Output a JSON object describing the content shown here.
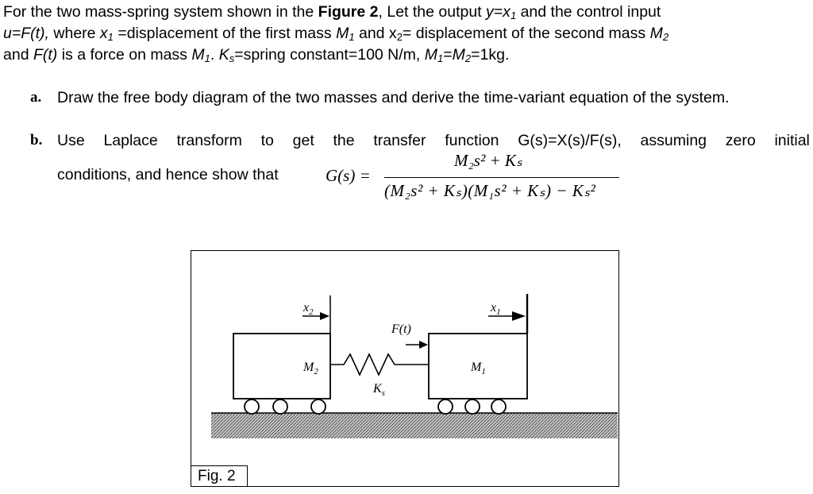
{
  "intro": {
    "l1a": "For the two mass-spring system shown in the ",
    "fig_ref": "Figure 2",
    "l1b": ",   Let the output ",
    "y_eq": "y=x",
    "y_sub": "1",
    "l1c": " and the control input",
    "u_eq": "u=F(t),",
    "l2a": " where ",
    "x1": "x",
    "x1_sub": "1",
    "l2b": " =displacement of the first mass ",
    "m1": "M",
    "m1_sub": "1",
    "l2c": " and x",
    "x2_sub": "2",
    "l2d": "= displacement of the second mass ",
    "m2": "M",
    "m2_sub": "2",
    "l3a": "and ",
    "ft": "F(t)",
    "l3b": " is a force on mass ",
    "m1b": "M",
    "m1b_sub": "1",
    "l3c": ". ",
    "ks": "K",
    "ks_sub": "s",
    "l3d": "=spring constant=100 N/m, ",
    "m1c": "M",
    "m1c_sub": "1",
    "l3e": "=",
    "m2c": "M",
    "m2c_sub": "2",
    "l3f": "=1kg."
  },
  "items": {
    "a_marker": "a.",
    "a_text": "Draw the free body diagram of the two masses and derive the time-variant equation of the system.",
    "b_marker": "b.",
    "b_words": [
      "Use",
      "Laplace",
      "transform",
      "to",
      "get",
      "the",
      "transfer",
      "function",
      "G(s)=X(s)/F(s),",
      "assuming",
      "zero",
      "initial"
    ],
    "b_cond": "conditions, and hence show that"
  },
  "equation": {
    "lhs": "G(s) =",
    "numerator": "M₂s² + Kₛ",
    "denominator": "(M₂s² + Kₛ)(M₁s² + Kₛ) − Kₛ²"
  },
  "figure": {
    "caption": "Fig. 2",
    "label_x2": "x",
    "label_x2_sub": "2",
    "label_x1": "x",
    "label_x1_sub": "1",
    "label_force": "F(t)",
    "label_m2": "M",
    "label_m2_sub": "2",
    "label_m1": "M",
    "label_m1_sub": "1",
    "label_ks": "K",
    "label_ks_sub": "s"
  }
}
